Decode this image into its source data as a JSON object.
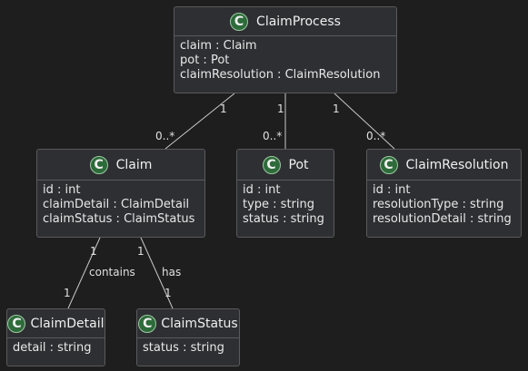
{
  "classes": {
    "claimProcess": {
      "name": "ClaimProcess",
      "icon": "C",
      "attributes": [
        "claim : Claim",
        "pot : Pot",
        "claimResolution : ClaimResolution"
      ]
    },
    "claim": {
      "name": "Claim",
      "icon": "C",
      "attributes": [
        "id : int",
        "claimDetail : ClaimDetail",
        "claimStatus : ClaimStatus"
      ]
    },
    "pot": {
      "name": "Pot",
      "icon": "C",
      "attributes": [
        "id : int",
        "type : string",
        "status : string"
      ]
    },
    "claimResolution": {
      "name": "ClaimResolution",
      "icon": "C",
      "attributes": [
        "id : int",
        "resolutionType : string",
        "resolutionDetail : string"
      ]
    },
    "claimDetail": {
      "name": "ClaimDetail",
      "icon": "C",
      "attributes": [
        "detail : string"
      ]
    },
    "claimStatus": {
      "name": "ClaimStatus",
      "icon": "C",
      "attributes": [
        "status : string"
      ]
    }
  },
  "relations": {
    "processToClaim": {
      "from_mult": "1",
      "to_mult": "0..*"
    },
    "processToPot": {
      "from_mult": "1",
      "to_mult": "0..*"
    },
    "processToResolution": {
      "from_mult": "1",
      "to_mult": "0..*"
    },
    "claimToDetail": {
      "from_mult": "1",
      "to_mult": "1",
      "label": "contains"
    },
    "claimToStatus": {
      "from_mult": "1",
      "to_mult": "1",
      "label": "has"
    }
  },
  "colors": {
    "background": "#1e1e1e",
    "box": "#2e2f33",
    "icon": "#2e6b3a",
    "line": "#c8c8c8"
  }
}
